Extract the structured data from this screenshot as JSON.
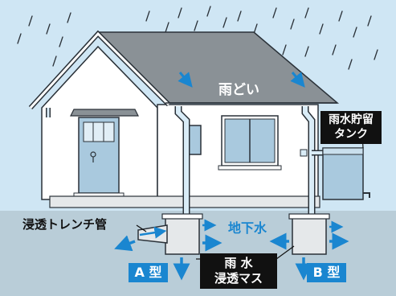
{
  "labels": {
    "gutter": "雨どい",
    "tank_line1": "雨水貯留",
    "tank_line2": "タンク",
    "trench_pipe": "浸透トレンチ管",
    "groundwater": "地下水",
    "type_a": "A 型",
    "type_b": "B 型",
    "basin_line1": "雨 水",
    "basin_line2": "浸透マス"
  },
  "colors": {
    "sky": "#cfe6f4",
    "ground": "#b9cdd8",
    "roof": "#8a9196",
    "wall": "#ffffff",
    "accent_blue": "#1a86d0",
    "pipe": "#d9ecf7",
    "label_bg": "#111111"
  }
}
